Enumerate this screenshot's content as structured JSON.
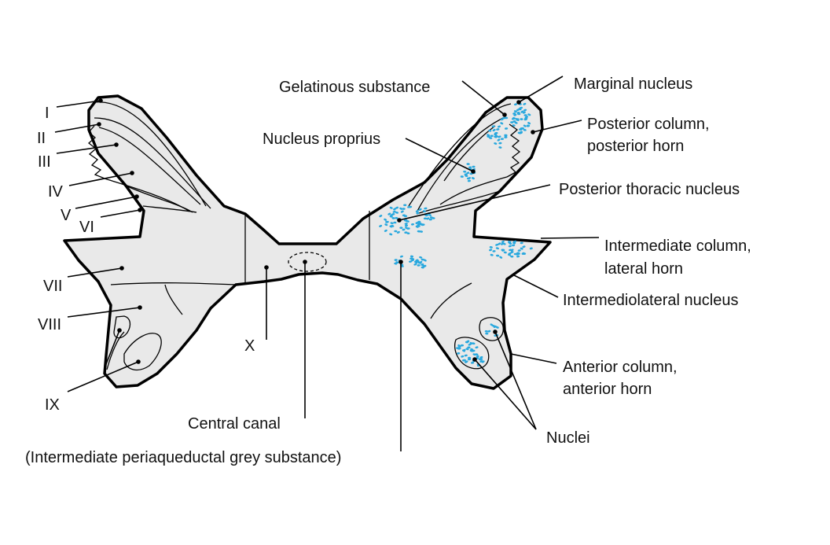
{
  "colors": {
    "grey_matter": "#e9e9e9",
    "outline": "#000000",
    "nuclei_dots": "#29a8de",
    "text": "#111111"
  },
  "labels": {
    "lamina_1": "I",
    "lamina_2": "II",
    "lamina_3": "III",
    "lamina_4": "IV",
    "lamina_5": "V",
    "lamina_6": "VI",
    "lamina_7": "VII",
    "lamina_8": "VIII",
    "lamina_9": "IX",
    "lamina_10": "X",
    "central_canal": "Central canal",
    "periaqueductal": "(Intermediate periaqueductal grey substance)",
    "gelatinous_substance": "Gelatinous substance",
    "nucleus_proprius": "Nucleus proprius",
    "marginal_nucleus": "Marginal nucleus",
    "posterior_column_1": "Posterior column,",
    "posterior_column_2": "posterior horn",
    "posterior_thoracic_nucleus": "Posterior thoracic nucleus",
    "intermediate_column_1": "Intermediate column,",
    "intermediate_column_2": "lateral horn",
    "intermediolateral_nucleus": "Intermediolateral nucleus",
    "anterior_column_1": "Anterior column,",
    "anterior_column_2": "anterior horn",
    "nuclei": "Nuclei"
  }
}
